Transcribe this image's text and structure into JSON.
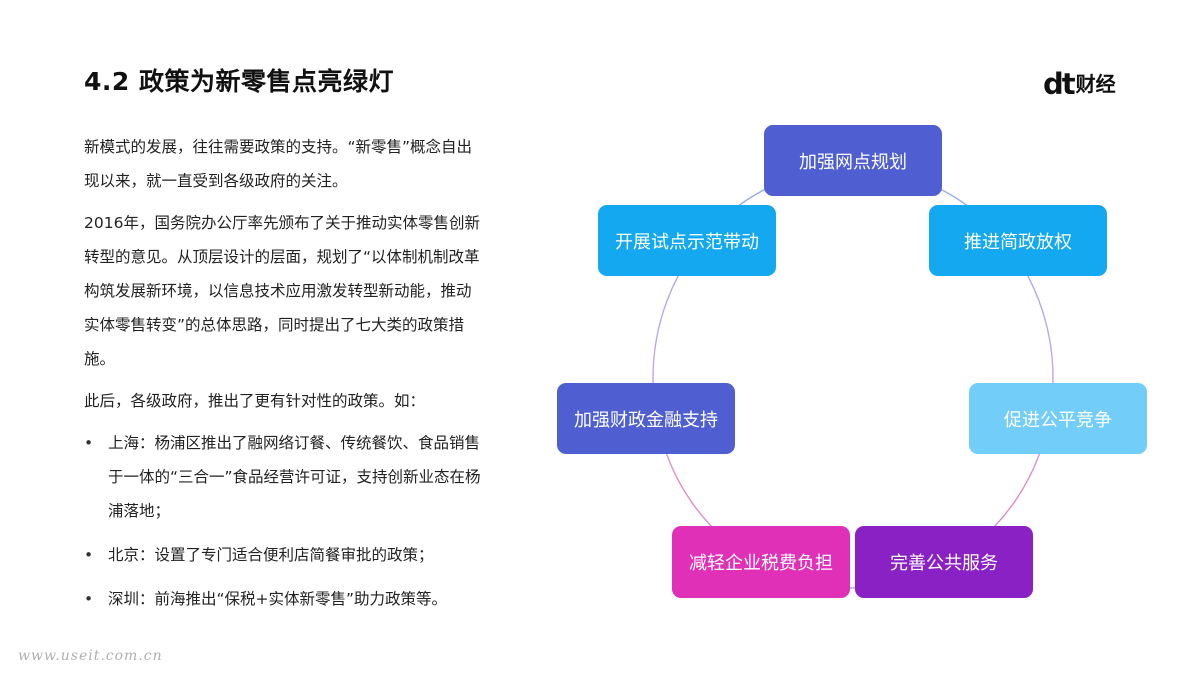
{
  "header": {
    "title": "4.2 政策为新零售点亮绿灯",
    "logo_mark": "dt",
    "logo_text": "财经"
  },
  "content": {
    "paragraphs": [
      "新模式的发展，往往需要政策的支持。“新零售”概念自出现以来，就一直受到各级政府的关注。",
      " 2016年，国务院办公厅率先颁布了关于推动实体零售创新转型的意见。从顶层设计的层面，规划了“以体制机制改革构筑发展新环境，以信息技术应用激发转型新动能，推动实体零售转变”的总体思路，同时提出了七大类的政策措施。",
      "此后，各级政府，推出了更有针对性的政策。如："
    ],
    "bullets": [
      "上海：杨浦区推出了融网络订餐、传统餐饮、食品销售于一体的“三合一”食品经营许可证，支持创新业态在杨浦落地；",
      "北京：设置了专门适合便利店简餐审批的政策；",
      "深圳：前海推出“保税+实体新零售”助力政策等。"
    ]
  },
  "diagram": {
    "nodes": [
      {
        "label": "加强网点规划",
        "color": "#4f5fd1"
      },
      {
        "label": "推进简政放权",
        "color": "#13a8f0"
      },
      {
        "label": "促进公平竞争",
        "color": "#72cdf8"
      },
      {
        "label": "完善公共服务",
        "color": "#8a21c4"
      },
      {
        "label": "减轻企业税费负担",
        "color": "#e030b7"
      },
      {
        "label": "加强财政金融支持",
        "color": "#4f5fd1"
      },
      {
        "label": "开展试点示范带动",
        "color": "#13a8f0"
      }
    ],
    "ring_colors": [
      "#8faaf0",
      "#c0a8ef",
      "#e589c8",
      "#9fb0e8"
    ]
  },
  "watermark": "www.useit.com.cn"
}
